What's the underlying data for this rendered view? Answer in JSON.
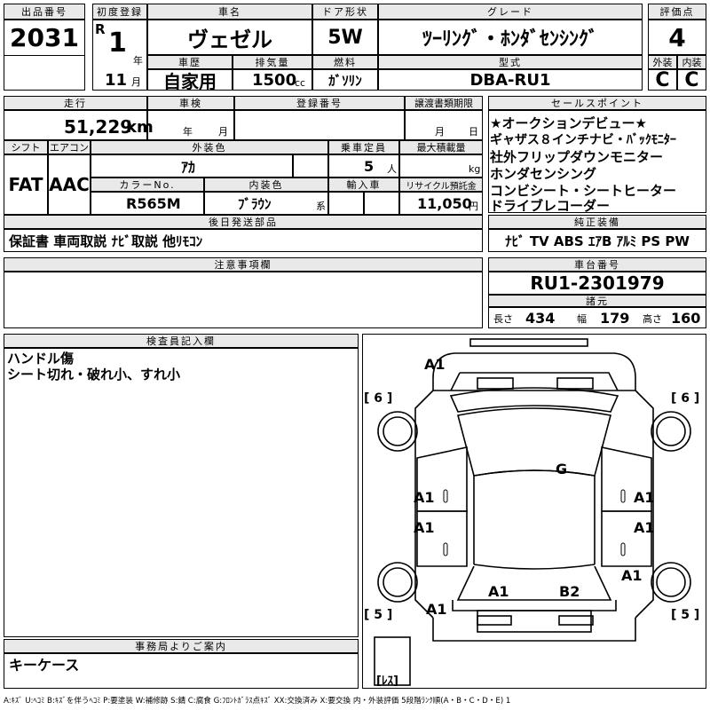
{
  "lot": {
    "label": "出品番号",
    "value": "2031"
  },
  "reg": {
    "label": "初度登録",
    "era": "R",
    "year": "1",
    "year_unit": "年",
    "month": "11",
    "month_unit": "月"
  },
  "car_name": {
    "label": "車名",
    "value": "ヴェゼル"
  },
  "door": {
    "label": "ドア形状",
    "value": "5W"
  },
  "grade": {
    "label": "グレード",
    "value": "ﾂｰﾘﾝｸﾞ・ﾎﾝﾀﾞｾﾝｼﾝｸﾞ"
  },
  "score": {
    "label": "評価点",
    "value": "4",
    "ext_label": "外装",
    "int_label": "内装",
    "ext": "C",
    "int": "C"
  },
  "history": {
    "label": "車歴",
    "value": "自家用"
  },
  "displacement": {
    "label": "排気量",
    "value": "1500",
    "unit": "cc"
  },
  "fuel": {
    "label": "燃料",
    "value": "ｶﾞｿﾘﾝ"
  },
  "model": {
    "label": "型式",
    "value": "DBA-RU1"
  },
  "mileage": {
    "label": "走行",
    "value": "51,229",
    "unit": "km"
  },
  "inspection": {
    "label": "車検",
    "year_unit": "年",
    "month_unit": "月"
  },
  "plate": {
    "label": "登録番号"
  },
  "transfer": {
    "label": "譲渡書類期限",
    "month_unit": "月",
    "day_unit": "日"
  },
  "shift": {
    "label": "シフト",
    "value": "FAT"
  },
  "ac": {
    "label": "エアコン",
    "value": "AAC"
  },
  "exterior_color": {
    "label": "外装色",
    "value": "ｱｶ"
  },
  "capacity": {
    "label": "乗車定員",
    "value": "5",
    "unit": "人"
  },
  "max_load": {
    "label": "最大積載量",
    "unit": "kg"
  },
  "color_no": {
    "label": "カラーNo.",
    "value": "R565M"
  },
  "interior_color": {
    "label": "内装色",
    "value": "ﾌﾞﾗｳﾝ",
    "unit": "系"
  },
  "import": {
    "label": "輸入車"
  },
  "recycle": {
    "label": "リサイクル預託金",
    "value": "11,050",
    "unit": "円"
  },
  "later_parts": {
    "label": "後日発送部品",
    "value": "保証書 車両取説 ﾅﾋﾞ取説 他ﾘﾓｺﾝ"
  },
  "sales_points": {
    "label": "セールスポイント",
    "items": [
      "★オークションデビュー★",
      "ギャザス８インチナビ・ﾊﾞｯｸﾓﾆﾀｰ",
      "社外フリップダウンモニター",
      "ホンダセンシング",
      "コンビシート・シートヒーター",
      "ドライブレコーダー"
    ]
  },
  "equipment": {
    "label": "純正装備",
    "value": "ﾅﾋﾞ TV ABS ｴｱB ｱﾙﾐ PS PW"
  },
  "caution": {
    "label": "注意事項欄"
  },
  "chassis": {
    "label": "車台番号",
    "value": "RU1-2301979"
  },
  "specs": {
    "label": "諸元",
    "length_label": "長さ",
    "length": "434",
    "width_label": "幅",
    "width": "179",
    "height_label": "高さ",
    "height": "160"
  },
  "inspector": {
    "label": "検査員記入欄",
    "lines": [
      "ハンドル傷",
      "シート切れ・破れ小、すれ小"
    ]
  },
  "office": {
    "label": "事務局よりご案内",
    "value": "キーケース"
  },
  "diagram": {
    "marks": {
      "front_bumper": "A1",
      "windshield": "G",
      "left_front_door": "A1",
      "right_front_door": "A1",
      "left_rear_door": "A1",
      "right_rear_door": "A1",
      "left_rear_quarter": "A1",
      "right_rear_quarter": "A1",
      "tailgate_left": "A1",
      "tailgate_right": "B2"
    },
    "tire_fl": "[ 6 ]",
    "tire_fr": "[ 6 ]",
    "tire_rl": "[ 5 ]",
    "tire_rr": "[ 5 ]",
    "spare": "[ﾚｽ]"
  },
  "legend": "A:ｷｽﾞ U:ﾍｺﾐ B:ｷｽﾞを伴うﾍｺﾐ P:要塗装 W:補修跡 S:錆 C:腐食 G:ﾌﾛﾝﾄｶﾞﾗｽ点ｷｽﾞ XX:交換済み X:要交換 内・外装評価 5段階ﾗﾝｸ順(A・B・C・D・E) 1"
}
